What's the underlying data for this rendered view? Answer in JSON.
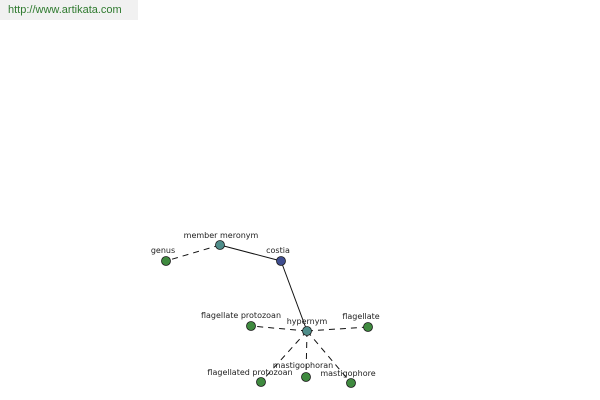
{
  "site": {
    "url": "http://www.artikata.com"
  },
  "colors": {
    "focus_node": "#3f4d8f",
    "relation_node": "#4f8d8a",
    "term_node": "#3f8a3f",
    "edge": "#111111",
    "watermark_text": "#2f7a2f",
    "watermark_bg": "#f1f1f1"
  },
  "graph": {
    "nodes": [
      {
        "id": "costia",
        "label": "costia",
        "kind": "focus"
      },
      {
        "id": "member-meronym",
        "label": "member meronym",
        "kind": "relation"
      },
      {
        "id": "genus",
        "label": "genus",
        "kind": "term"
      },
      {
        "id": "hypernym",
        "label": "hypernym",
        "kind": "relation"
      },
      {
        "id": "flagellate-protozoan",
        "label": "flagellate protozoan",
        "kind": "term"
      },
      {
        "id": "flagellate",
        "label": "flagellate",
        "kind": "term"
      },
      {
        "id": "flagellated-protozoan",
        "label": "flagellated protozoan",
        "kind": "term"
      },
      {
        "id": "mastigophoran",
        "label": "mastigophoran",
        "kind": "term"
      },
      {
        "id": "mastigophore",
        "label": "mastigophore",
        "kind": "term"
      }
    ],
    "edges": [
      {
        "from": "costia",
        "to": "member-meronym",
        "style": "solid"
      },
      {
        "from": "costia",
        "to": "hypernym",
        "style": "solid"
      },
      {
        "from": "member-meronym",
        "to": "genus",
        "style": "dashed"
      },
      {
        "from": "hypernym",
        "to": "flagellate-protozoan",
        "style": "dashed"
      },
      {
        "from": "hypernym",
        "to": "flagellate",
        "style": "dashed"
      },
      {
        "from": "hypernym",
        "to": "flagellated-protozoan",
        "style": "dashed"
      },
      {
        "from": "hypernym",
        "to": "mastigophoran",
        "style": "dashed"
      },
      {
        "from": "hypernym",
        "to": "mastigophore",
        "style": "dashed"
      }
    ]
  }
}
